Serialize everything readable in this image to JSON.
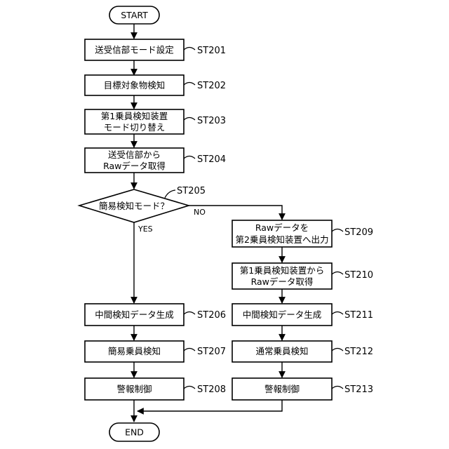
{
  "nodes": {
    "start": "START",
    "end": "END",
    "st201": "送受信部モード設定",
    "st202": "目標対象物検知",
    "st203_l1": "第1乗員検知装置",
    "st203_l2": "モード切り替え",
    "st204_l1": "送受信部から",
    "st204_l2": "Rawデータ取得",
    "st205": "簡易検知モード？",
    "st206": "中間検知データ生成",
    "st207": "簡易乗員検知",
    "st208": "警報制御",
    "st209_l1": "Rawデータを",
    "st209_l2": "第2乗員検知装置へ出力",
    "st210_l1": "第1乗員検知装置から",
    "st210_l2": "Rawデータ取得",
    "st211": "中間検知データ生成",
    "st212": "通常乗員検知",
    "st213": "警報制御"
  },
  "step_labels": {
    "st201": "ST201",
    "st202": "ST202",
    "st203": "ST203",
    "st204": "ST204",
    "st205": "ST205",
    "st206": "ST206",
    "st207": "ST207",
    "st208": "ST208",
    "st209": "ST209",
    "st210": "ST210",
    "st211": "ST211",
    "st212": "ST212",
    "st213": "ST213"
  },
  "branches": {
    "no": "NO",
    "yes": "YES"
  }
}
